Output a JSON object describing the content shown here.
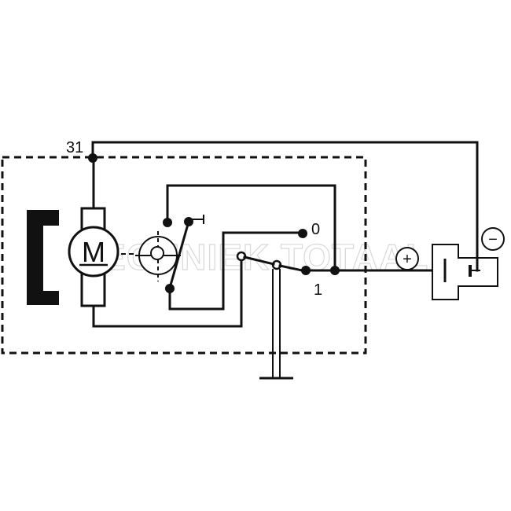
{
  "diagram": {
    "terminal_labels": {
      "t31": "31",
      "t0": "0",
      "t1": "1"
    },
    "motor_label": "M",
    "plus_symbol": "+",
    "minus_symbol": "−",
    "watermark_text": "TECHNIEK TOTAAL",
    "colors": {
      "line": "#111111",
      "background": "#ffffff",
      "watermark": "#d8d8d8"
    }
  }
}
